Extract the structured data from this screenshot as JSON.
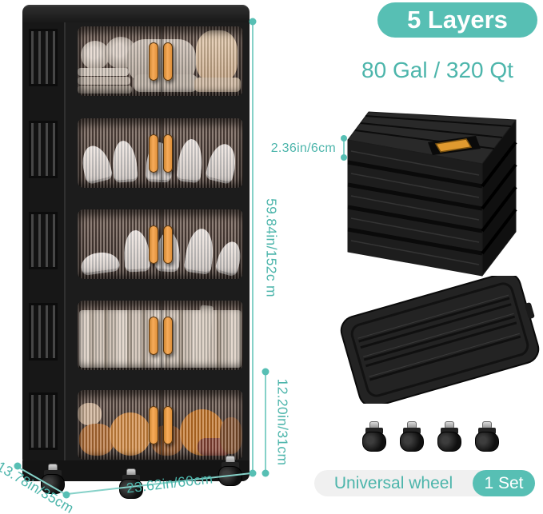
{
  "colors": {
    "teal": "#57bfb4",
    "teal-text": "#4cb5ab",
    "teal-line": "#85d1c8",
    "orange": "#f2a04c"
  },
  "badge": {
    "label": "5 Layers"
  },
  "capacity": {
    "label": "80 Gal / 320 Qt"
  },
  "dimensions": {
    "overall_height": "59.84in/152c m",
    "bottom_layer_height": "12.20in/31cm",
    "width": "23.62in/60cm",
    "depth": "13.78in/35cm",
    "folded_layer_height": "2.36in/6cm"
  },
  "wheel_set": {
    "label": "Universal wheel",
    "badge": "1 Set"
  },
  "cabinet": {
    "layer_count": 5,
    "layers": [
      {
        "contents": "folded towels, blankets and plush bear"
      },
      {
        "contents": "white sneakers"
      },
      {
        "contents": "white sneakers"
      },
      {
        "contents": "books and files"
      },
      {
        "contents": "plush toys"
      }
    ]
  }
}
